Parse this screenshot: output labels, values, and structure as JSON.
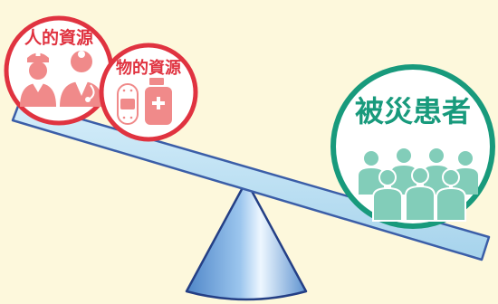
{
  "labels": {
    "human_resources": "人的資源",
    "material_resources": "物的資源",
    "disaster_victims": "被災患者"
  },
  "colors": {
    "background": "#fdf8dc",
    "resource_red": "#e03340",
    "victims_green": "#189a7c",
    "figure_red": "#f08a8a",
    "figure_green": "#82cdb9",
    "beam_fill": "#b4ddf0",
    "beam_stroke": "#3b5ea8",
    "fulcrum_fill": "#8ab8e6"
  },
  "icons": {
    "human_resources": "medical-staff-icon",
    "material_resources": "bandage-and-medicine-bottle-icon",
    "disaster_victims": "crowd-of-people-icon"
  }
}
